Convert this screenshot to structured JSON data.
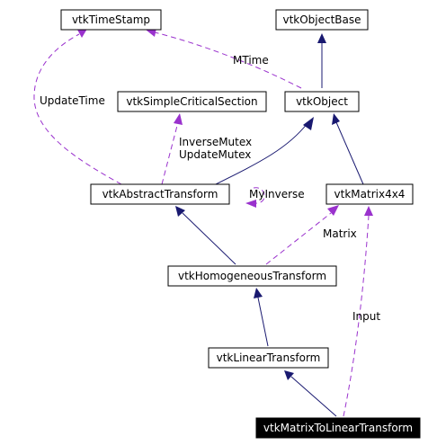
{
  "colors": {
    "inheritance_edge": "#191970",
    "usage_edge": "#9a32cd",
    "focus_node_fill": "#000000",
    "node_fill": "#ffffff"
  },
  "nodes": {
    "vtkTimeStamp": "vtkTimeStamp",
    "vtkObjectBase": "vtkObjectBase",
    "vtkSimpleCriticalSection": "vtkSimpleCriticalSection",
    "vtkObject": "vtkObject",
    "vtkAbstractTransform": "vtkAbstractTransform",
    "vtkMatrix4x4": "vtkMatrix4x4",
    "vtkHomogeneousTransform": "vtkHomogeneousTransform",
    "vtkLinearTransform": "vtkLinearTransform",
    "vtkMatrixToLinearTransform": "vtkMatrixToLinearTransform"
  },
  "edge_labels": {
    "mtime": "MTime",
    "update_time": "UpdateTime",
    "inverse_mutex": "InverseMutex",
    "update_mutex": "UpdateMutex",
    "my_inverse": "MyInverse",
    "matrix": "Matrix",
    "input": "Input"
  }
}
